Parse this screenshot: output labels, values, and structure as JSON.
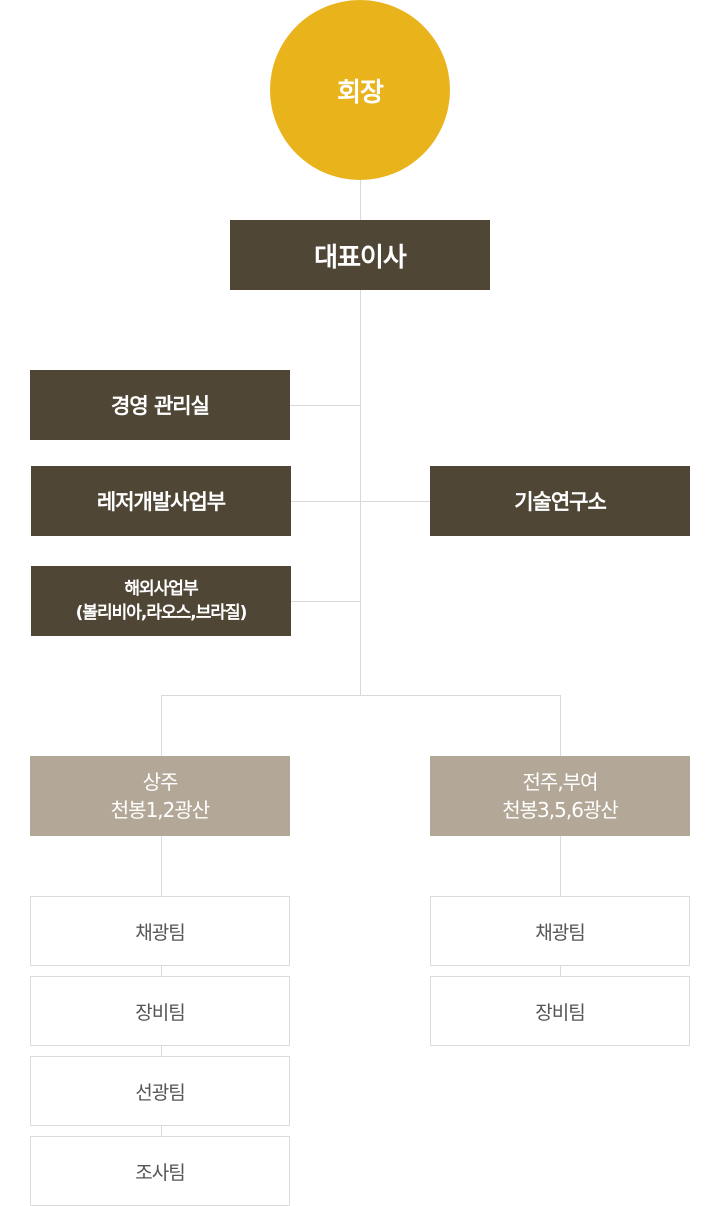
{
  "chairman": "회장",
  "ceo": "대표이사",
  "departments": {
    "management": "경영 관리실",
    "leisure": "레저개발사업부",
    "overseas_line1": "해외사업부",
    "overseas_line2": "(볼리비아,라오스,브라질)",
    "research": "기술연구소"
  },
  "mines": {
    "left": {
      "line1": "상주",
      "line2": "천봉1,2광산",
      "teams": [
        "채광팀",
        "장비팀",
        "선광팀",
        "조사팀"
      ]
    },
    "right": {
      "line1": "전주,부여",
      "line2": "천봉3,5,6광산",
      "teams": [
        "채광팀",
        "장비팀"
      ]
    }
  },
  "colors": {
    "chairman": "#e9b31b",
    "dark_box": "#4f4636",
    "mine_box": "#b3a897",
    "connector": "#d9d9d9"
  }
}
